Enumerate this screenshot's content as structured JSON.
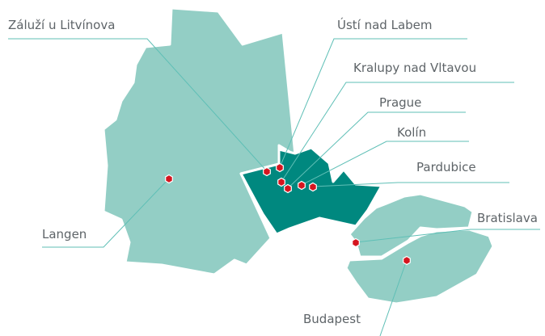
{
  "colors": {
    "country_light": "#93cec5",
    "country_highlight": "#00887f",
    "marker": "#d5151f",
    "leader_line": "#5fbfb6",
    "label_text": "#5e6468"
  },
  "map": {
    "regions": [
      {
        "name": "germany",
        "style": "light"
      },
      {
        "name": "czech-republic",
        "style": "highlight"
      },
      {
        "name": "slovakia",
        "style": "light"
      },
      {
        "name": "hungary",
        "style": "light"
      }
    ],
    "locations": [
      {
        "id": "zaluzi",
        "label": "Záluží u Litvínova"
      },
      {
        "id": "usti",
        "label": "Ústí nad Labem"
      },
      {
        "id": "kralupy",
        "label": "Kralupy nad Vltavou"
      },
      {
        "id": "prague",
        "label": "Prague"
      },
      {
        "id": "kolin",
        "label": "Kolín"
      },
      {
        "id": "pardubice",
        "label": "Pardubice"
      },
      {
        "id": "bratislava",
        "label": "Bratislava"
      },
      {
        "id": "langen",
        "label": "Langen"
      },
      {
        "id": "budapest",
        "label": "Budapest"
      }
    ]
  }
}
